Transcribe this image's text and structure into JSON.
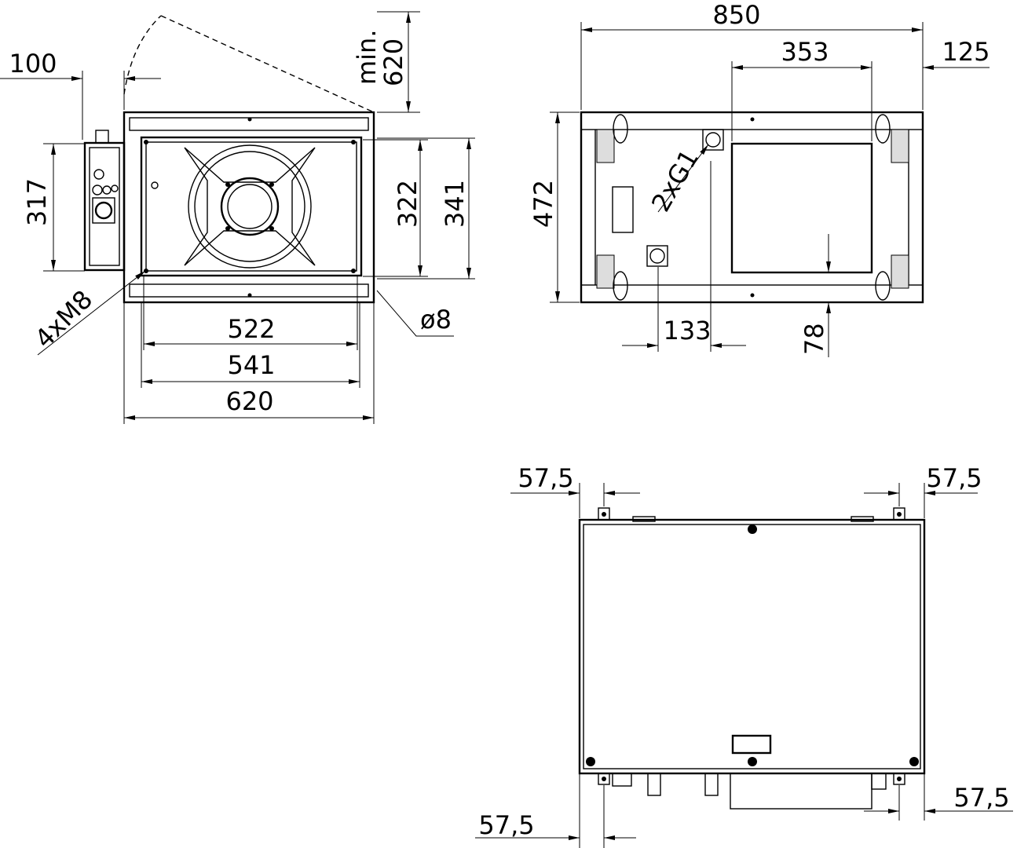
{
  "drawing": {
    "front_view": {
      "dim_side_clearance": "100",
      "dim_lid_opening_label": "min.",
      "dim_lid_opening_value": "620",
      "dim_box_height": "317",
      "dim_inner_height": "322",
      "dim_flange_height": "341",
      "dim_inner_width": "522",
      "dim_flange_width": "541",
      "dim_overall_width": "620",
      "callout_threads": "4xM8",
      "callout_hole": "ø8"
    },
    "top_view": {
      "dim_overall_length": "850",
      "dim_panel_width": "353",
      "dim_right_offset": "125",
      "dim_overall_depth": "472",
      "callout_connections": "2xG1",
      "dim_connection_offset": "133",
      "dim_panel_offset": "78"
    },
    "bottom_view": {
      "dim_top_left": "57,5",
      "dim_top_right": "57,5",
      "dim_bottom_left": "57,5",
      "dim_bottom_right": "57,5"
    }
  }
}
